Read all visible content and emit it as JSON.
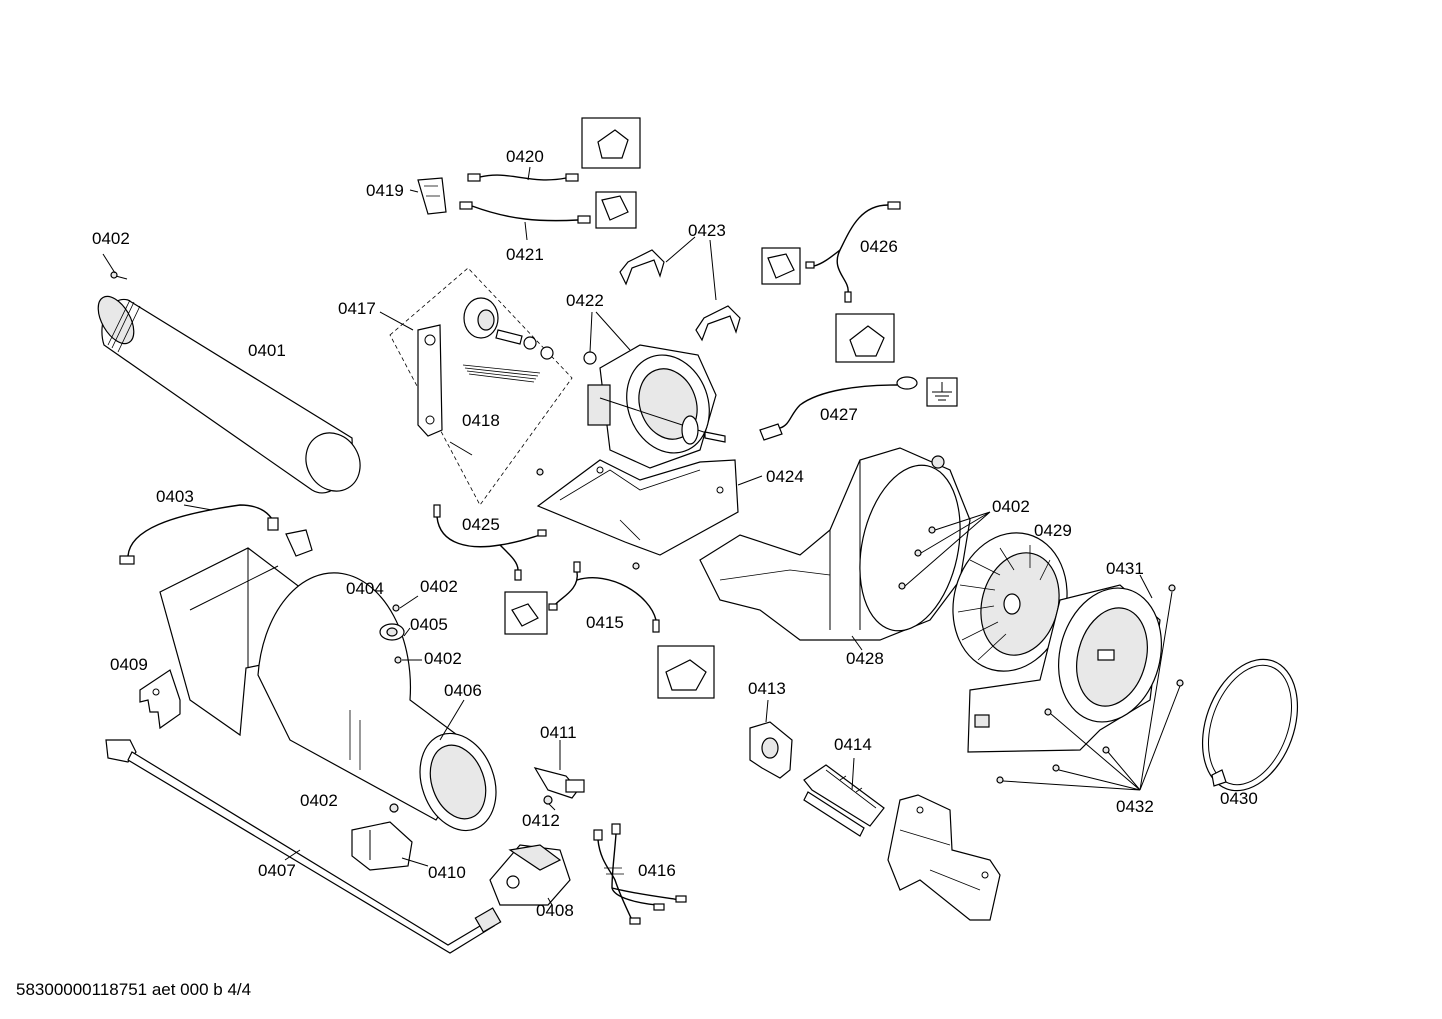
{
  "document_id": "58300000118751 aet 000 b 4/4",
  "labels": {
    "p0401": "0401",
    "p0402": "0402",
    "p0403": "0403",
    "p0404": "0404",
    "p0405": "0405",
    "p0406": "0406",
    "p0407": "0407",
    "p0408": "0408",
    "p0409": "0409",
    "p0410": "0410",
    "p0411": "0411",
    "p0412": "0412",
    "p0413": "0413",
    "p0414": "0414",
    "p0415": "0415",
    "p0416": "0416",
    "p0417": "0417",
    "p0418": "0418",
    "p0419": "0419",
    "p0420": "0420",
    "p0421": "0421",
    "p0422": "0422",
    "p0423": "0423",
    "p0424": "0424",
    "p0425": "0425",
    "p0426": "0426",
    "p0427": "0427",
    "p0428": "0428",
    "p0429": "0429",
    "p0430": "0430",
    "p0431": "0431",
    "p0432": "0432"
  }
}
